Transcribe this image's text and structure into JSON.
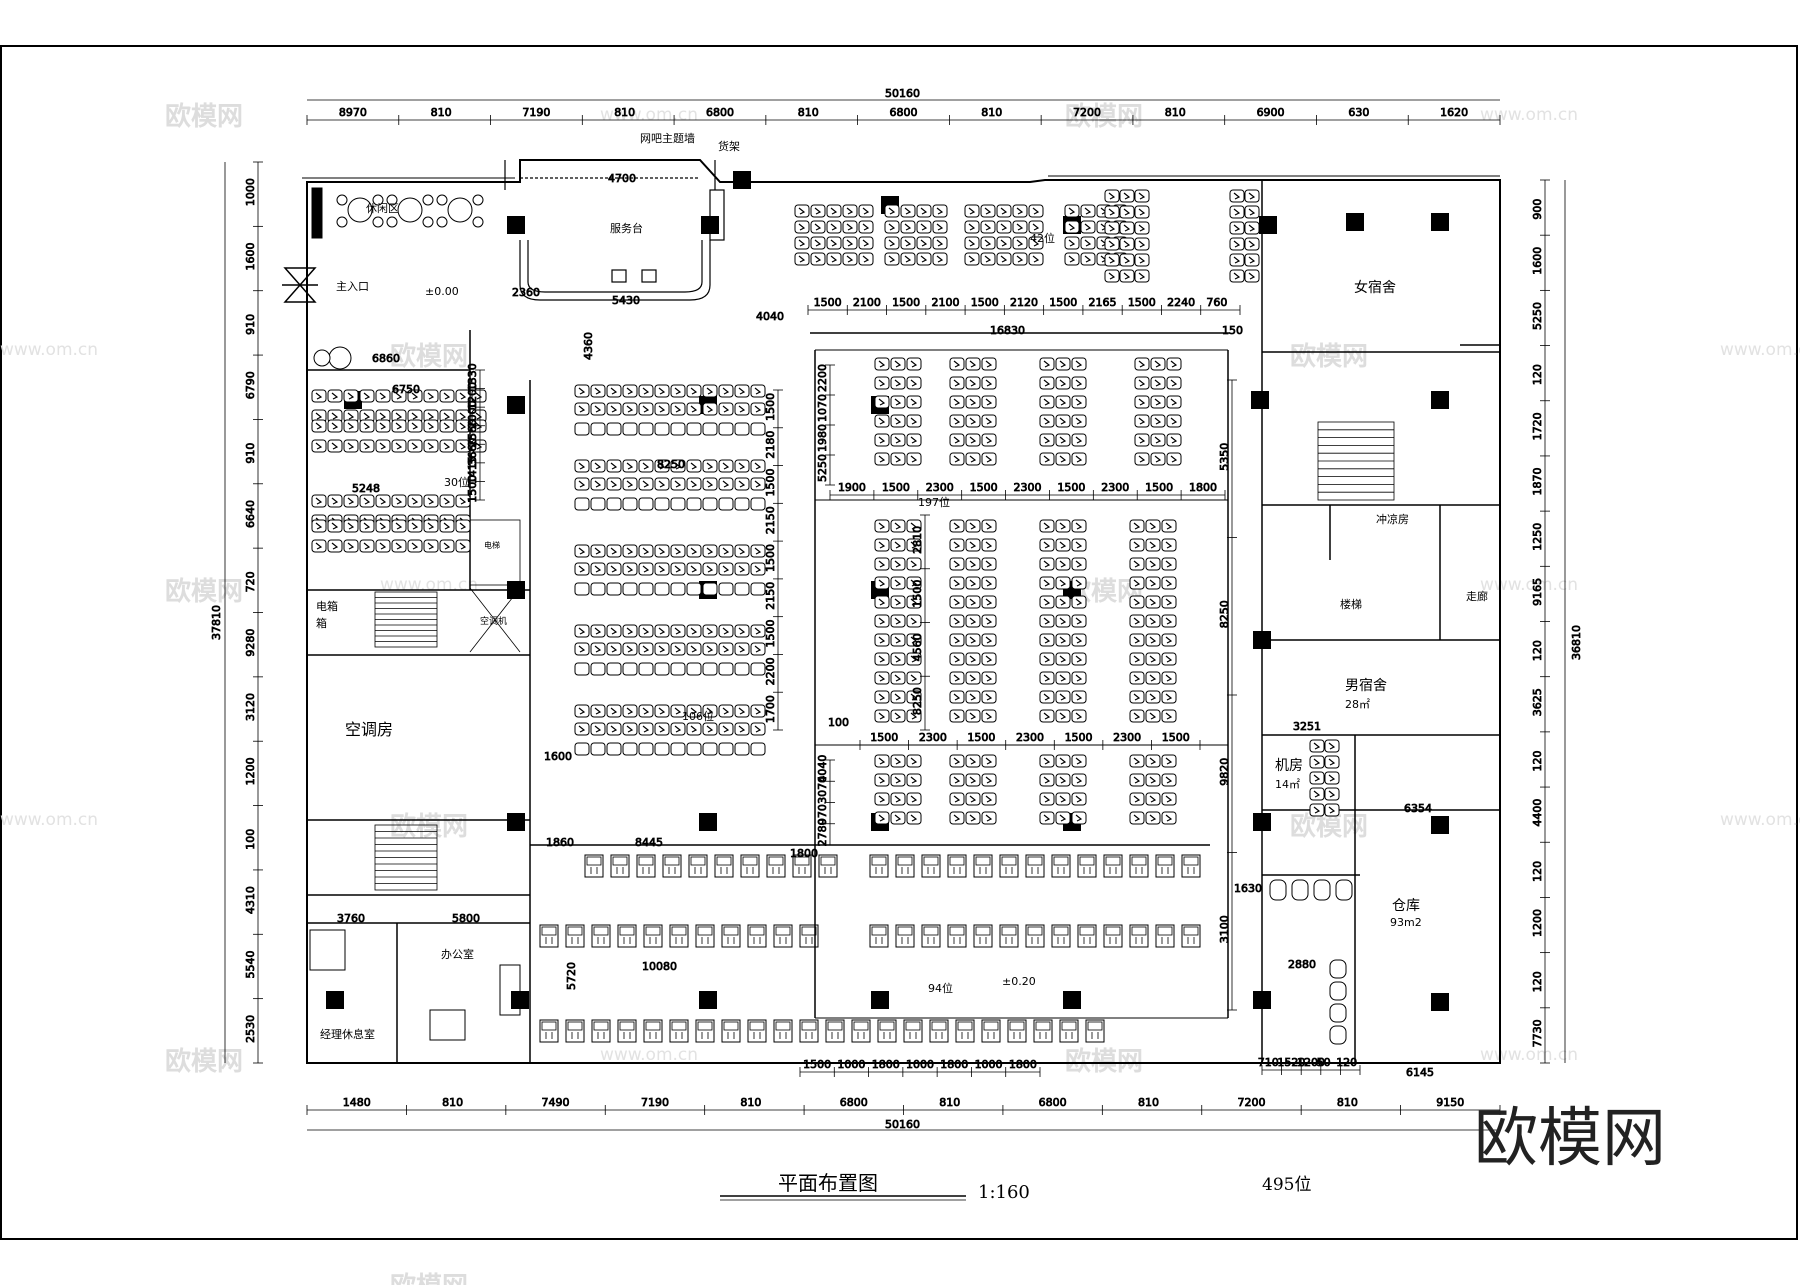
{
  "drawing": {
    "title": "平面布置图",
    "scale": "1:160",
    "seat_total": "495位",
    "logo": "欧模网",
    "watermark_text": "欧模网",
    "watermark_url": "www.om.cn"
  },
  "rooms": {
    "lounge": "休闲区",
    "service_desk": "服务台",
    "banner": "网吧主题墙",
    "shelf": "货架",
    "entrance": "主入口",
    "level": "±0.00",
    "level2": "±0.20",
    "electric_box": "电箱",
    "electric_box2": "箱",
    "ac_room": "空调房",
    "office": "办公室",
    "manager_rest": "经理休息室",
    "female_dorm": "女宿舍",
    "shower": "冲凉房",
    "stairs": "楼梯",
    "corridor": "走廊",
    "male_dorm": "男宿舍",
    "male_dorm_area": "28㎡",
    "machine_room": "机房",
    "machine_room_area": "14㎡",
    "warehouse": "仓库",
    "warehouse_area": "93m2",
    "elevator": "电梯",
    "ac_unit": "空调机"
  },
  "seat_labels": {
    "a": "30位",
    "b": "106位",
    "c": "197位",
    "d": "94位",
    "e": "42位"
  },
  "dims_top": {
    "total": "50160",
    "segs": [
      "8970",
      "810",
      "7190",
      "810",
      "6800",
      "810",
      "6800",
      "810",
      "7200",
      "810",
      "6900",
      "630",
      "1620"
    ]
  },
  "dims_bottom": {
    "total": "50160",
    "segs": [
      "1480",
      "810",
      "7490",
      "7190",
      "810",
      "6800",
      "810",
      "6800",
      "810",
      "7200",
      "810",
      "9150"
    ]
  },
  "dims_left": {
    "total": "37810",
    "segs": [
      "1000",
      "1600",
      "910",
      "6790",
      "910",
      "6640",
      "720",
      "9280",
      "3120",
      "1200",
      "100",
      "4310",
      "5540",
      "2530"
    ]
  },
  "dims_right": {
    "total": "36810",
    "segs": [
      "900",
      "1600",
      "5250",
      "120",
      "1720",
      "1870",
      "1250",
      "9165",
      "120",
      "3625",
      "120",
      "4400",
      "120",
      "1200",
      "120",
      "7730"
    ]
  },
  "dims_inner": {
    "d1": "16830",
    "d2": "150",
    "d3": "6750",
    "d4": "5248",
    "d5": "6860",
    "d6": "8250",
    "d7": "8445",
    "d8": "10080",
    "d9": "3760",
    "d10": "5800",
    "d11": "5430",
    "d12": "4700",
    "d13": "4040",
    "d14": "2360",
    "d15": "6354",
    "d16": "6145",
    "d17": "1860",
    "d18": "1600",
    "d19": "5720",
    "d20": "3251",
    "d21": "2880",
    "d22": "4360",
    "d23": "1630",
    "d24": "1800",
    "d25": "100",
    "row1": [
      "1500",
      "2100",
      "1500",
      "2100",
      "1500",
      "2120",
      "1500",
      "2165",
      "1500",
      "2240",
      "760"
    ],
    "row2": [
      "1900",
      "1500",
      "2300",
      "1500",
      "2300",
      "1500",
      "2300",
      "1500",
      "1800"
    ],
    "row3": [
      "1500",
      "2300",
      "1500",
      "2300",
      "1500",
      "2300",
      "1500"
    ],
    "row4": [
      "1500",
      "1000",
      "1800",
      "1000",
      "1800",
      "1000",
      "1800"
    ],
    "row5": [
      "710",
      "1520",
      "1200",
      "50",
      "120"
    ],
    "vert1": [
      "2200",
      "1070",
      "1980",
      "5250"
    ],
    "vert2": [
      "2810",
      "1500",
      "4560",
      "8250"
    ],
    "vert3": [
      "4040",
      "3070",
      "970",
      "2780"
    ],
    "vert4": [
      "1500",
      "2180",
      "1500",
      "2150",
      "1500",
      "2150",
      "1500",
      "2200",
      "1700"
    ],
    "vert5": [
      "5350",
      "8250",
      "9820",
      "3100"
    ],
    "vert6": [
      "1330",
      "1200",
      "2000",
      "2560",
      "3660",
      "1415",
      "1500"
    ]
  }
}
